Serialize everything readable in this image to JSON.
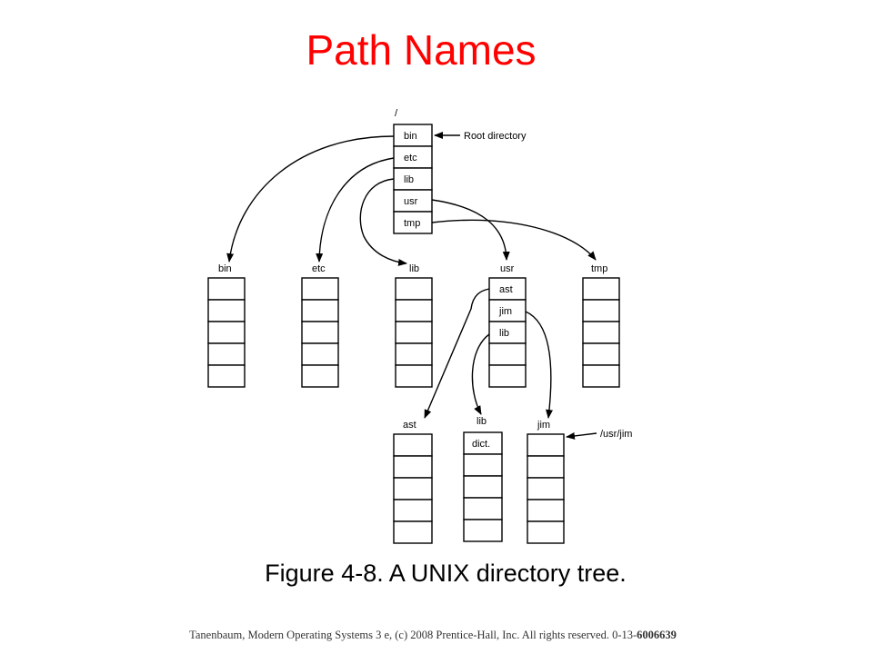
{
  "title": "Path Names",
  "caption": "Figure 4-8. A UNIX directory tree.",
  "footer": {
    "text": "Tanenbaum, Modern Operating Systems 3 e, (c) 2008 Prentice-Hall, Inc. All rights reserved. 0-13-",
    "isbn_bold": "6006639"
  },
  "diagram": {
    "root_label": "/",
    "root_entries": [
      "bin",
      "etc",
      "lib",
      "usr",
      "tmp"
    ],
    "root_annotation": "Root directory",
    "level1": [
      {
        "name": "bin",
        "entries": []
      },
      {
        "name": "etc",
        "entries": []
      },
      {
        "name": "lib",
        "entries": []
      },
      {
        "name": "usr",
        "entries": [
          "ast",
          "jim",
          "lib"
        ]
      },
      {
        "name": "tmp",
        "entries": []
      }
    ],
    "level2": [
      {
        "name": "ast",
        "entries": []
      },
      {
        "name": "lib",
        "entries": [
          "dict."
        ]
      },
      {
        "name": "jim",
        "entries": []
      }
    ],
    "jim_annotation": "/usr/jim"
  }
}
